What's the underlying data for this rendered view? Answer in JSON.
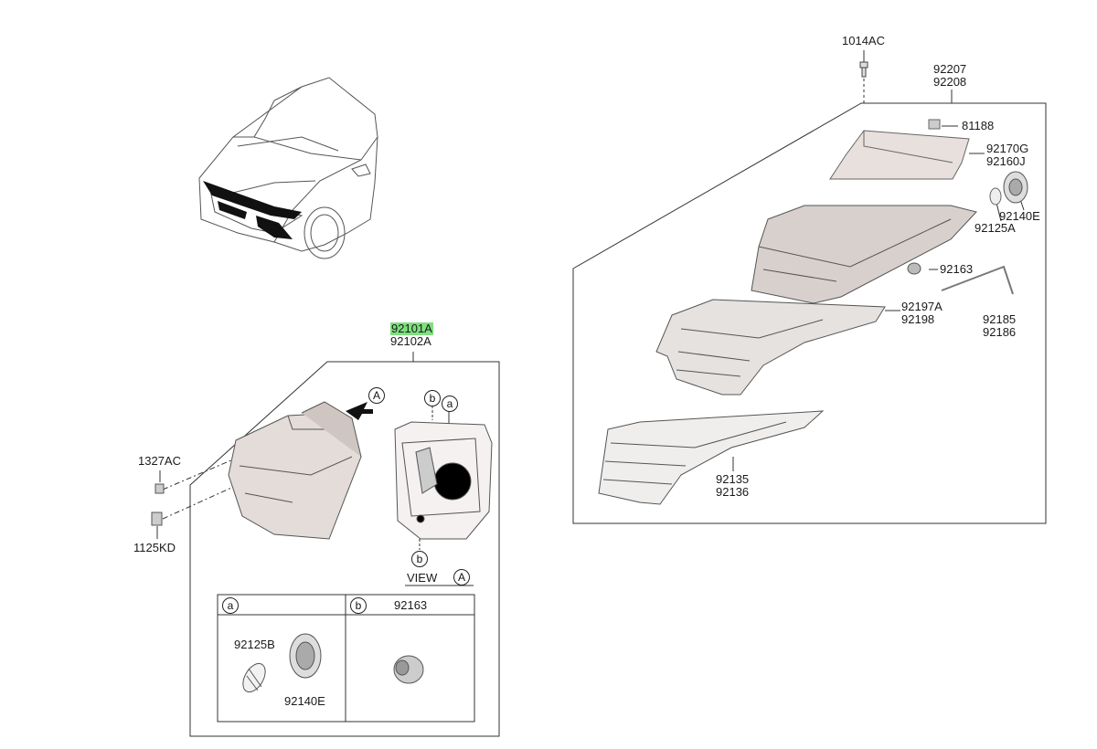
{
  "callouts": {
    "p1014AC": "1014AC",
    "p92207": "92207",
    "p92208": "92208",
    "p81188": "81188",
    "p92170G": "92170G",
    "p92160J": "92160J",
    "p92140E_r": "92140E",
    "p92125A": "92125A",
    "p92163_r": "92163",
    "p92197A": "92197A",
    "p92198": "92198",
    "p92185": "92185",
    "p92186": "92186",
    "p92135": "92135",
    "p92136": "92136",
    "p92101A": "92101A",
    "p92102A": "92102A",
    "p1327AC": "1327AC",
    "p1125KD": "1125KD",
    "view_label": "VIEW",
    "ref_A": "A",
    "ref_a": "a",
    "ref_b": "b"
  },
  "detail_table": {
    "col_a_ref": "a",
    "col_b_ref": "b",
    "col_b_title": "92163",
    "a_part1": "92125B",
    "a_part2": "92140E"
  },
  "highlight_color": "#7ee07e"
}
